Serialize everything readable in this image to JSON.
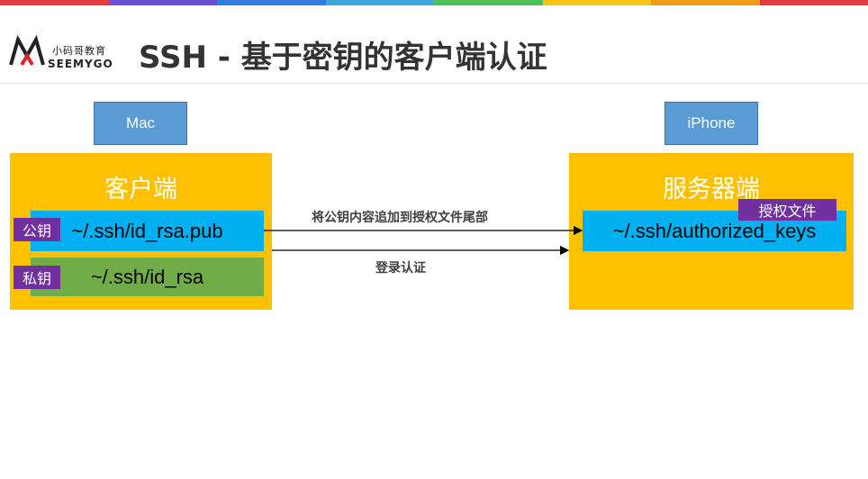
{
  "header": {
    "stripe_colors": [
      "#e8383d",
      "#6a4fd6",
      "#2f7de1",
      "#3aa8e0",
      "#4cc15a",
      "#f5c518",
      "#f39c12",
      "#e8383d"
    ],
    "logo": {
      "brand_cn": "小码哥教育",
      "brand_en": "SEEMYGO"
    },
    "title": "SSH - 基于密钥的客户端认证"
  },
  "devices": {
    "left": "Mac",
    "right": "iPhone"
  },
  "client": {
    "title": "客户端",
    "public_key": {
      "tag": "公钥",
      "path": "~/.ssh/id_rsa.pub"
    },
    "private_key": {
      "tag": "私钥",
      "path": "~/.ssh/id_rsa"
    }
  },
  "server": {
    "title": "服务器端",
    "authorized": {
      "tag": "授权文件",
      "path": "~/.ssh/authorized_keys"
    }
  },
  "arrows": {
    "append_label": "将公钥内容追加到授权文件尾部",
    "login_label": "登录认证"
  },
  "colors": {
    "panel": "#ffc000",
    "public_bar": "#00b0f0",
    "private_bar": "#70ad47",
    "tag": "#7030a0",
    "device": "#5b9bd5"
  }
}
